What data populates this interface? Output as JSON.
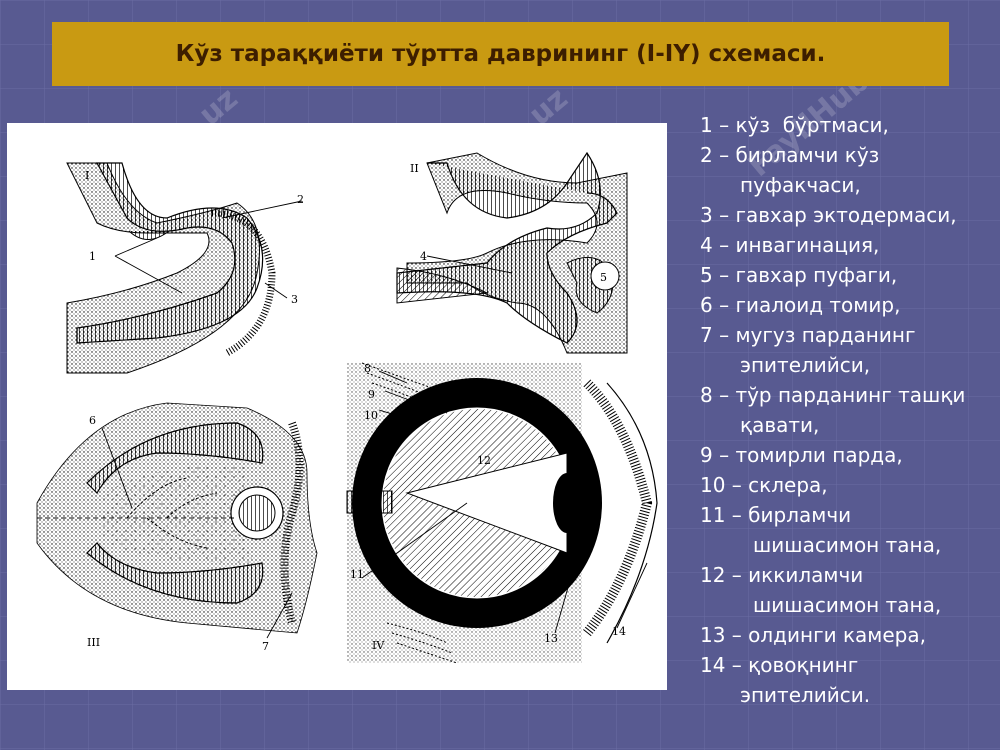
{
  "title": "Кўз тараққиёти тўртта даврининг (I-IY) схемаси.",
  "watermark": "FayllHub.uz",
  "figure": {
    "panels": [
      "I",
      "II",
      "III",
      "IV"
    ],
    "numbers": [
      "1",
      "2",
      "3",
      "4",
      "5",
      "6",
      "7",
      "8",
      "9",
      "10",
      "11",
      "12",
      "13",
      "14"
    ]
  },
  "legend": [
    {
      "line1": "1 – кўз  бўртмаси,"
    },
    {
      "line1": "2 – бирламчи кўз",
      "line2": "пуфакчаси,"
    },
    {
      "line1": "3 – гавхар эктодермаси,"
    },
    {
      "line1": "4 – инвагинация,"
    },
    {
      "line1": "5 – гавхар пуфаги,"
    },
    {
      "line1": "6 – гиалоид томир,"
    },
    {
      "line1": "7 – мугуз парданинг",
      "line2": "эпителийси,"
    },
    {
      "line1": "8 – тўр парданинг ташқи",
      "line2": "қавати,"
    },
    {
      "line1": "9 – томирли парда,"
    },
    {
      "line1": "10 – склера,"
    },
    {
      "line1": "11 – бирламчи",
      "line2": "шишасимон тана,"
    },
    {
      "line1": "12 – иккиламчи",
      "line2": "шишасимон тана,"
    },
    {
      "line1": "13 – олдинги камера,"
    },
    {
      "line1": "14 – қовоқнинг",
      "line2": "эпителийси."
    }
  ],
  "colors": {
    "background": "#585a91",
    "title_bar": "#c99a12",
    "title_text": "#3d1e00",
    "legend_text": "#ffffff"
  }
}
